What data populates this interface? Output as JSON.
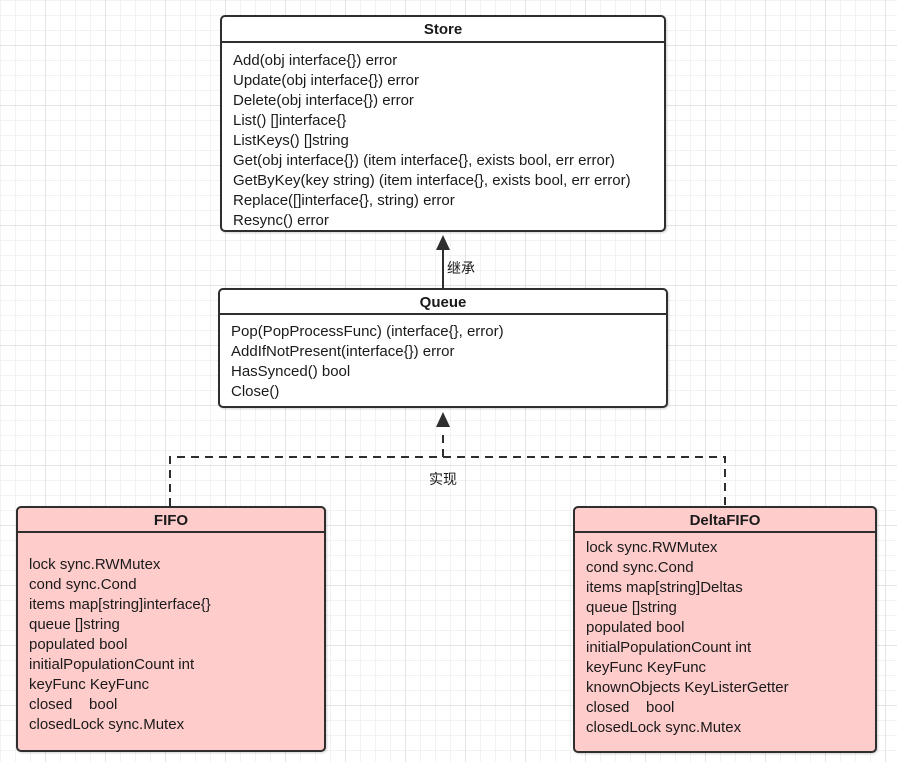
{
  "colors": {
    "box_border": "#2e2e2e",
    "white_box_fill": "#ffffff",
    "pink_box_fill": "#ffcccc",
    "text": "#1a1a1a",
    "grid_minor": "#f2f2f2",
    "grid_major": "#e4e4e4"
  },
  "classes": [
    {
      "name": "Store",
      "members": [
        "Add(obj interface{}) error",
        "Update(obj interface{}) error",
        "Delete(obj interface{}) error",
        "List() []interface{}",
        "ListKeys() []string",
        "Get(obj interface{}) (item interface{}, exists bool, err error)",
        "GetByKey(key string) (item interface{}, exists bool, err error)",
        "Replace([]interface{}, string) error",
        "Resync() error"
      ]
    },
    {
      "name": "Queue",
      "members": [
        "Pop(PopProcessFunc) (interface{}, error)",
        "AddIfNotPresent(interface{}) error",
        "HasSynced() bool",
        "Close()"
      ]
    },
    {
      "name": "FIFO",
      "members": [
        "lock sync.RWMutex",
        "cond sync.Cond",
        "items map[string]interface{}",
        "queue []string",
        "populated bool",
        "initialPopulationCount int",
        "keyFunc KeyFunc",
        "closed    bool",
        "closedLock sync.Mutex"
      ]
    },
    {
      "name": "DeltaFIFO",
      "members": [
        "lock sync.RWMutex",
        "cond sync.Cond",
        "items map[string]Deltas",
        "queue []string",
        "populated bool",
        "initialPopulationCount int",
        "keyFunc KeyFunc",
        "knownObjects KeyListerGetter",
        "closed    bool",
        "closedLock sync.Mutex"
      ]
    }
  ],
  "relations": [
    {
      "label": "继承",
      "style": "solid-arrow",
      "from": "Queue",
      "to": "Store"
    },
    {
      "label": "实现",
      "style": "dashed-arrow",
      "from": "FIFO, DeltaFIFO",
      "to": "Queue"
    }
  ]
}
